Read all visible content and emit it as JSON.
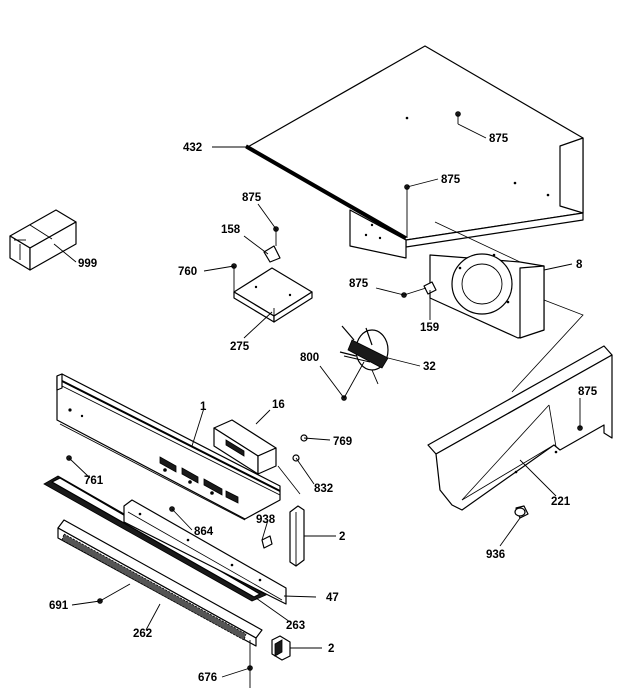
{
  "callouts": {
    "c432": "432",
    "c875_top1": "875",
    "c875_top2": "875",
    "c875_bracket": "875",
    "c158": "158",
    "c760": "760",
    "c275": "275",
    "c999": "999",
    "c875_fan": "875",
    "c159": "159",
    "c8": "8",
    "c800": "800",
    "c32": "32",
    "c875_right": "875",
    "c1": "1",
    "c16": "16",
    "c769": "769",
    "c761": "761",
    "c832": "832",
    "c221": "221",
    "c864": "864",
    "c938": "938",
    "c2_upper": "2",
    "c936": "936",
    "c47": "47",
    "c691": "691",
    "c263": "263",
    "c262": "262",
    "c2_lower": "2",
    "c676": "676"
  }
}
